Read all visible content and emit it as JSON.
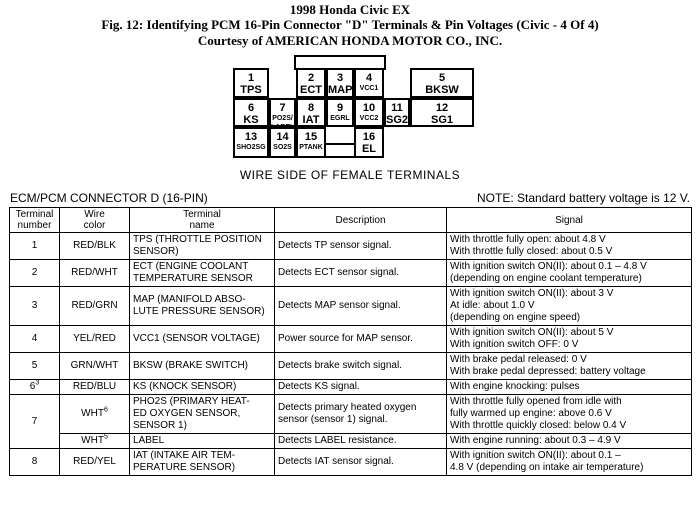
{
  "header": {
    "line1": "1998 Honda Civic EX",
    "line2": "Fig. 12: Identifying PCM 16-Pin Connector \"D\" Terminals & Pin Voltages (Civic - 4 Of 4)",
    "line3": "Courtesy of AMERICAN HONDA MOTOR CO., INC."
  },
  "connector": {
    "cells": [
      {
        "num": "1",
        "label": "TPS",
        "small": false
      },
      {
        "num": "2",
        "label": "ECT",
        "small": false
      },
      {
        "num": "3",
        "label": "MAP",
        "small": false
      },
      {
        "num": "4",
        "label": "VCC1",
        "small": true
      },
      {
        "num": "5",
        "label": "BKSW",
        "small": false
      },
      {
        "num": "6",
        "label": "KS",
        "small": false
      },
      {
        "num": "7",
        "label": "PO2S/\nLABEL",
        "small": true
      },
      {
        "num": "8",
        "label": "IAT",
        "small": false
      },
      {
        "num": "9",
        "label": "EGRL",
        "small": true
      },
      {
        "num": "10",
        "label": "VCC2",
        "small": true
      },
      {
        "num": "11",
        "label": "SG2",
        "small": false
      },
      {
        "num": "12",
        "label": "SG1",
        "small": false
      },
      {
        "num": "13",
        "label": "SHO2SG",
        "small": true
      },
      {
        "num": "14",
        "label": "SO2S",
        "small": true
      },
      {
        "num": "15",
        "label": "PTANK",
        "small": true
      },
      {
        "num": "16",
        "label": "EL",
        "small": false
      }
    ],
    "caption": "WIRE SIDE OF FEMALE TERMINALS"
  },
  "table": {
    "title": "ECM/PCM CONNECTOR D (16-PIN)",
    "note": "NOTE: Standard battery voltage is 12 V.",
    "headers": [
      "Terminal\nnumber",
      "Wire\ncolor",
      "Terminal\nname",
      "Description",
      "Signal"
    ],
    "rows": [
      {
        "term": "1",
        "sup": "",
        "wire": "RED/BLK",
        "wsup": "",
        "name": "TPS (THROTTLE POSITION\nSENSOR)",
        "desc": "Detects TP sensor signal.",
        "signal": "With throttle fully open: about 4.8 V\nWith throttle fully closed: about 0.5 V"
      },
      {
        "term": "2",
        "sup": "",
        "wire": "RED/WHT",
        "wsup": "",
        "name": "ECT (ENGINE COOLANT\nTEMPERATURE SENSOR",
        "desc": "Detects ECT sensor signal.",
        "signal": "With ignition switch ON(II): about 0.1 – 4.8 V\n(depending on engine coolant temperature)"
      },
      {
        "term": "3",
        "sup": "",
        "wire": "RED/GRN",
        "wsup": "",
        "name": "MAP (MANIFOLD ABSO-\nLUTE PRESSURE SENSOR)",
        "desc": "Detects MAP sensor signal.",
        "signal": "With ignition switch ON(II): about 3 V\nAt idle: about 1.0 V\n(depending on engine speed)"
      },
      {
        "term": "4",
        "sup": "",
        "wire": "YEL/RED",
        "wsup": "",
        "name": "VCC1 (SENSOR VOLTAGE)",
        "desc": "Power source for MAP sensor.",
        "signal": "With ignition switch ON(II): about 5 V\nWith ignition switch OFF: 0 V"
      },
      {
        "term": "5",
        "sup": "",
        "wire": "GRN/WHT",
        "wsup": "",
        "name": "BKSW (BRAKE SWITCH)",
        "desc": "Detects brake switch signal.",
        "signal": "With brake pedal released: 0 V\nWith brake pedal depressed: battery voltage"
      },
      {
        "term": "6",
        "sup": "3",
        "wire": "RED/BLU",
        "wsup": "",
        "name": "KS (KNOCK SENSOR)",
        "desc": "Detects KS signal.",
        "signal": "With engine knocking: pulses"
      },
      {
        "term": "7",
        "sup": "",
        "wire": "WHT",
        "wsup": "6",
        "name": "PHO2S (PRIMARY HEAT-\nED OXYGEN SENSOR,\nSENSOR 1)",
        "desc": "Detects primary heated oxygen\nsensor (sensor 1) signal.",
        "signal": "With throttle fully opened from idle with\nfully warmed up engine: above 0.6 V\nWith throttle quickly closed: below 0.4 V"
      },
      {
        "term": "",
        "sup": "",
        "wire": "WHT",
        "wsup": "5",
        "name": "LABEL",
        "desc": "Detects LABEL resistance.",
        "signal": "With engine running: about 0.3 – 4.9 V"
      },
      {
        "term": "8",
        "sup": "",
        "wire": "RED/YEL",
        "wsup": "",
        "name": "IAT (INTAKE AIR TEM-\nPERATURE SENSOR)",
        "desc": "Detects IAT sensor signal.",
        "signal": "With ignition switch ON(II): about 0.1 –\n4.8 V (depending on intake air temperature)"
      }
    ]
  }
}
